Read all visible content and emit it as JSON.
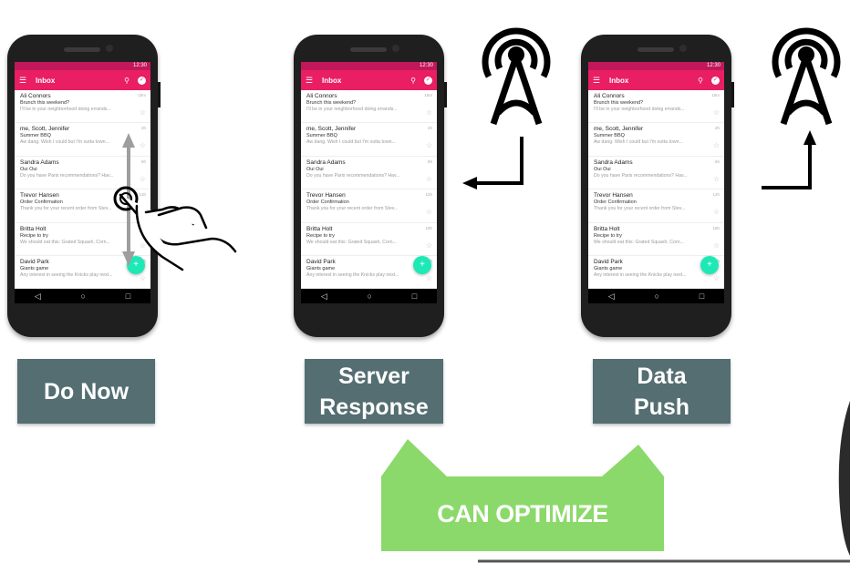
{
  "inbox": {
    "title": "Inbox",
    "time": "12:30",
    "emails": [
      {
        "from": "Ali Connors",
        "subject": "Brunch this weekend?",
        "snippet": "I'll be in your neighborhood doing errands...",
        "time": "15m"
      },
      {
        "from": "me, Scott, Jennifer",
        "subject": "Summer BBQ",
        "snippet": "Aw dang. Wish I could but I'm outta town...",
        "time": "2h"
      },
      {
        "from": "Sandra Adams",
        "subject": "Oui Oui",
        "snippet": "Do you have Paris recommendations? Hav...",
        "time": "6h"
      },
      {
        "from": "Trevor Hansen",
        "subject": "Order Confirmation",
        "snippet": "Thank you for your recent order from Stev...",
        "time": "12h"
      },
      {
        "from": "Britta Holt",
        "subject": "Recipe to try",
        "snippet": "We should eat this: Grated Squash, Corn...",
        "time": "18h"
      },
      {
        "from": "David Park",
        "subject": "Giants game",
        "snippet": "Any interest in seeing the Knicks play next...",
        "time": "20h"
      }
    ]
  },
  "labels": {
    "do_now": "Do Now",
    "server_response_1": "Server",
    "server_response_2": "Response",
    "data_push_1": "Data",
    "data_push_2": "Push"
  },
  "callout": {
    "text": "CAN OPTIMIZE",
    "color": "#8bd96a"
  },
  "colors": {
    "appbar": "#e91e63",
    "statusbar": "#c2185b",
    "fab": "#1de9b6",
    "label_bg": "#546e72"
  },
  "icons": [
    "hamburger-menu-icon",
    "search-icon",
    "check-icon",
    "star-icon",
    "add-icon",
    "back-icon",
    "home-icon",
    "recents-icon",
    "antenna-tower-icon",
    "hand-swipe-icon"
  ]
}
